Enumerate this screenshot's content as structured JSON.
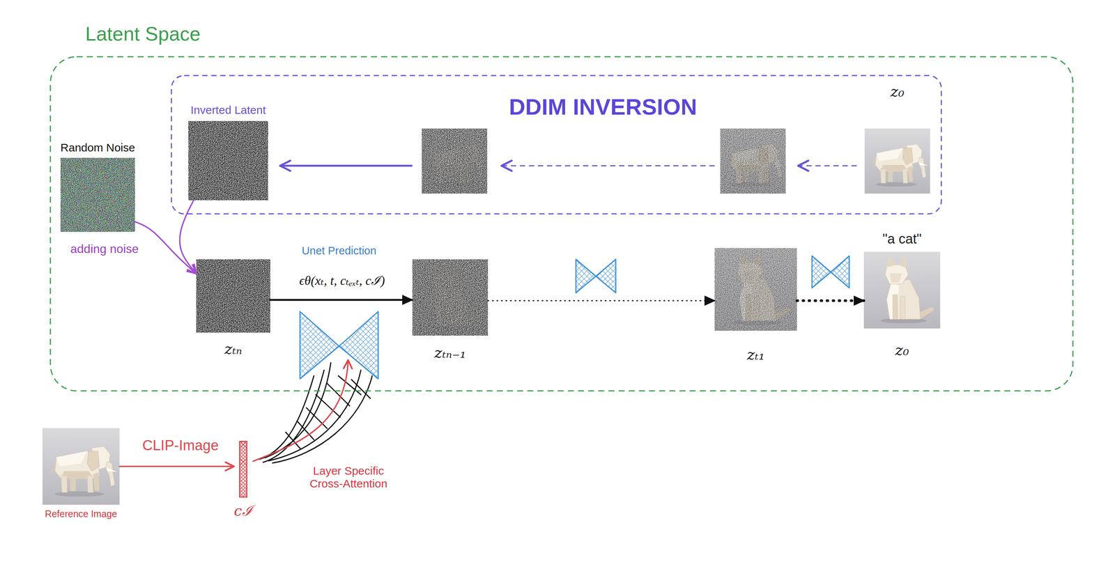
{
  "diagram": {
    "nodes": [
      {
        "text": [
          "Latent Space"
        ]
      },
      {
        "text": [
          "DDIM INVERSION"
        ],
        "in": 0
      },
      {
        "text": [
          "Inverted Latent"
        ],
        "in": 1
      },
      {
        "text": [
          "z₀"
        ],
        "in": 1
      },
      {
        "text": [
          "Random Noise"
        ],
        "in": 0
      },
      {
        "text": [
          "zₜₙ"
        ],
        "in": 0
      },
      {
        "text": [
          "zₜₙ₋₁"
        ],
        "in": 0
      },
      {
        "text": [
          "zₜ₁"
        ],
        "in": 0
      },
      {
        "text": [
          "\"a cat\"",
          "z₀"
        ],
        "in": 0
      },
      {
        "text": [
          "Reference Image"
        ]
      },
      {
        "text": [
          "cℐ"
        ]
      }
    ],
    "edges": [
      {
        "from": 4,
        "to": 5,
        "arrow": "to"
      },
      {
        "from": 2,
        "to": 5,
        "arrow": "to"
      },
      {
        "from": 5,
        "to": 6,
        "arrow": "to"
      },
      {
        "from": 6,
        "to": 7,
        "arrow": "to"
      },
      {
        "from": 7,
        "to": 8,
        "arrow": "to"
      },
      {
        "from": 9,
        "to": 10,
        "label": "CLIP-Image",
        "arrow": "to"
      }
    ],
    "labels": [
      "adding noise",
      "Unet Prediction",
      "ϵθ(xₜ, t, cₜₑₓₜ, cℐ)",
      "Layer Specific Cross-Attention"
    ]
  }
}
